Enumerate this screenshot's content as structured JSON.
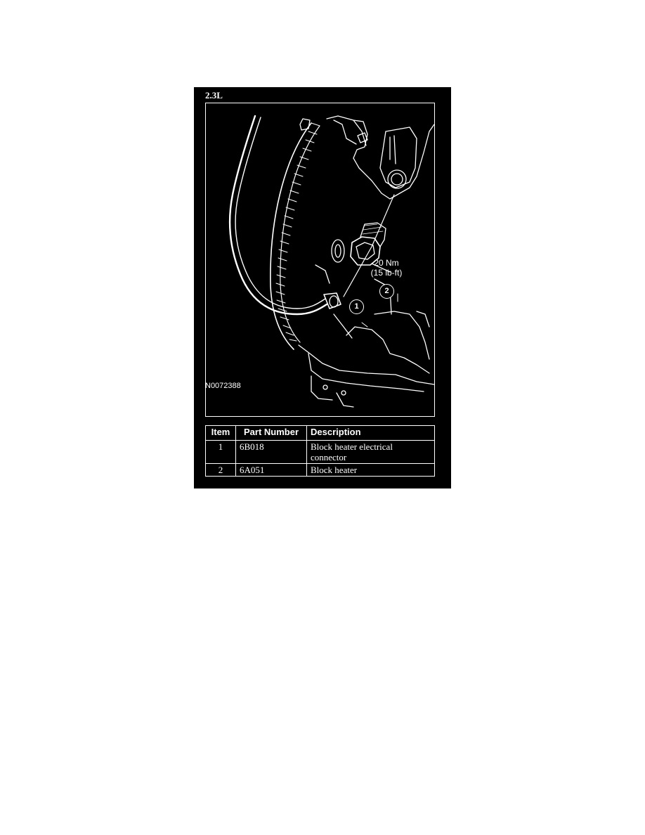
{
  "figure": {
    "engine_label": "2.3L",
    "figure_id": "N0072388",
    "torque": {
      "line1": "20 Nm",
      "line2": "(15 lb-ft)"
    },
    "callouts": [
      "1",
      "2"
    ]
  },
  "parts_table": {
    "headers": [
      "Item",
      "Part Number",
      "Description"
    ],
    "rows": [
      {
        "item": "1",
        "part_number": "6B018",
        "description": "Block heater electrical connector"
      },
      {
        "item": "2",
        "part_number": "6A051",
        "description": "Block heater"
      }
    ]
  },
  "colors": {
    "panel_background": "#000000",
    "line_art": "#ffffff",
    "page_background": "#ffffff"
  }
}
